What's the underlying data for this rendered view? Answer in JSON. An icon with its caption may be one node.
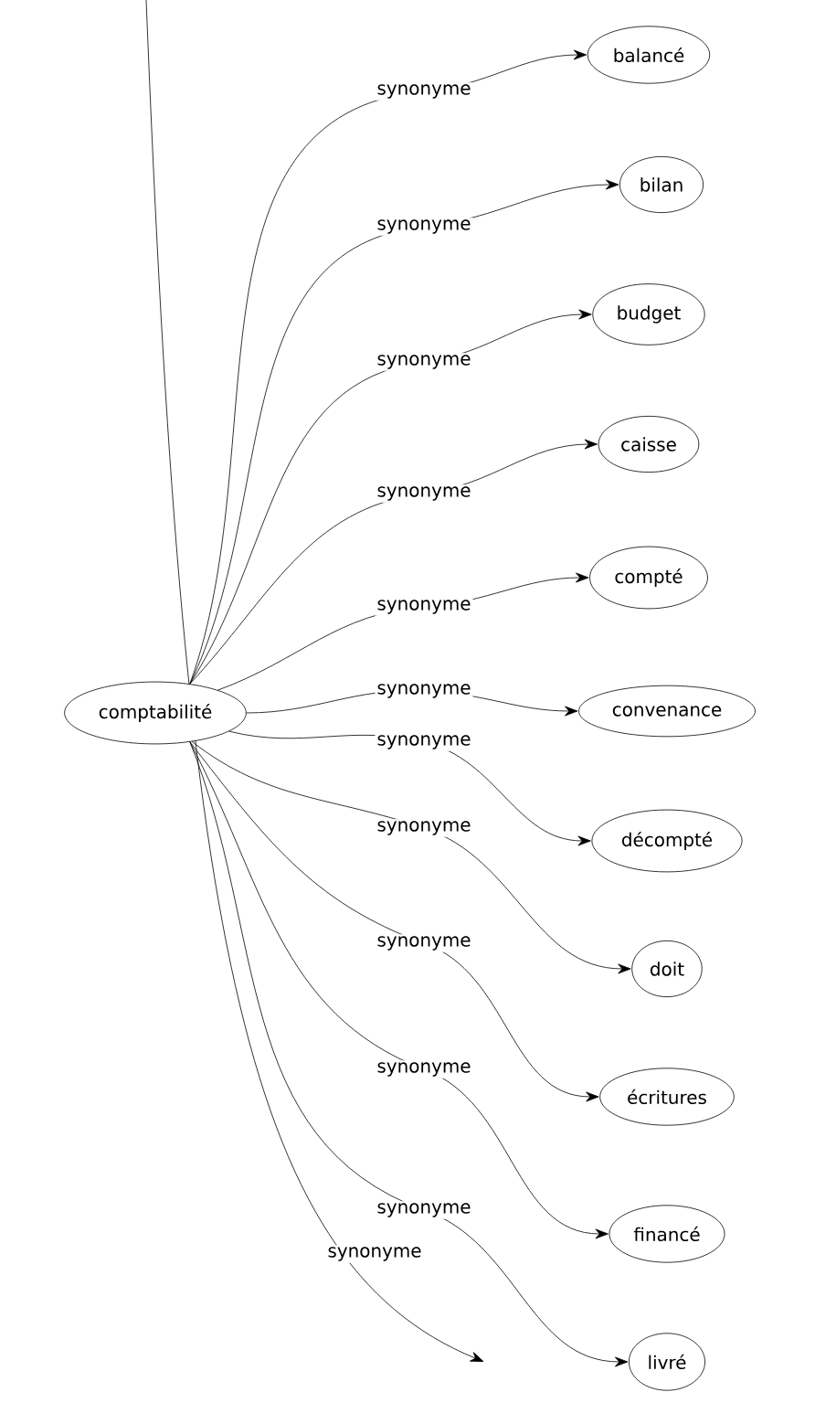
{
  "diagram": {
    "nodes": [
      {
        "text": [
          "comptabilité"
        ]
      },
      {
        "text": [
          "balancé"
        ]
      },
      {
        "text": [
          "bilan"
        ]
      },
      {
        "text": [
          "budget"
        ]
      },
      {
        "text": [
          "caisse"
        ]
      },
      {
        "text": [
          "compté"
        ]
      },
      {
        "text": [
          "convenance"
        ]
      },
      {
        "text": [
          "décompté"
        ]
      },
      {
        "text": [
          "doit"
        ]
      },
      {
        "text": [
          "écritures"
        ]
      },
      {
        "text": [
          "financé"
        ]
      },
      {
        "text": [
          "livré"
        ]
      }
    ],
    "edges": [
      {
        "from": 0,
        "to": 1,
        "arrow": "to",
        "label": "synonyme"
      },
      {
        "from": 0,
        "to": 2,
        "arrow": "to",
        "label": "synonyme"
      },
      {
        "from": 0,
        "to": 3,
        "arrow": "to",
        "label": "synonyme"
      },
      {
        "from": 0,
        "to": 4,
        "arrow": "to",
        "label": "synonyme"
      },
      {
        "from": 0,
        "to": 5,
        "arrow": "to",
        "label": "synonyme"
      },
      {
        "from": 0,
        "to": 6,
        "arrow": "to",
        "label": "synonyme"
      },
      {
        "from": 0,
        "to": 7,
        "arrow": "to",
        "label": "synonyme"
      },
      {
        "from": 0,
        "to": 8,
        "arrow": "to",
        "label": "synonyme"
      },
      {
        "from": 0,
        "to": 9,
        "arrow": "to",
        "label": "synonyme"
      },
      {
        "from": 0,
        "to": 10,
        "arrow": "to",
        "label": "synonyme"
      },
      {
        "from": 0,
        "to": 11,
        "arrow": "to",
        "label": "synonyme"
      }
    ],
    "labels": [
      "synonyme"
    ]
  }
}
